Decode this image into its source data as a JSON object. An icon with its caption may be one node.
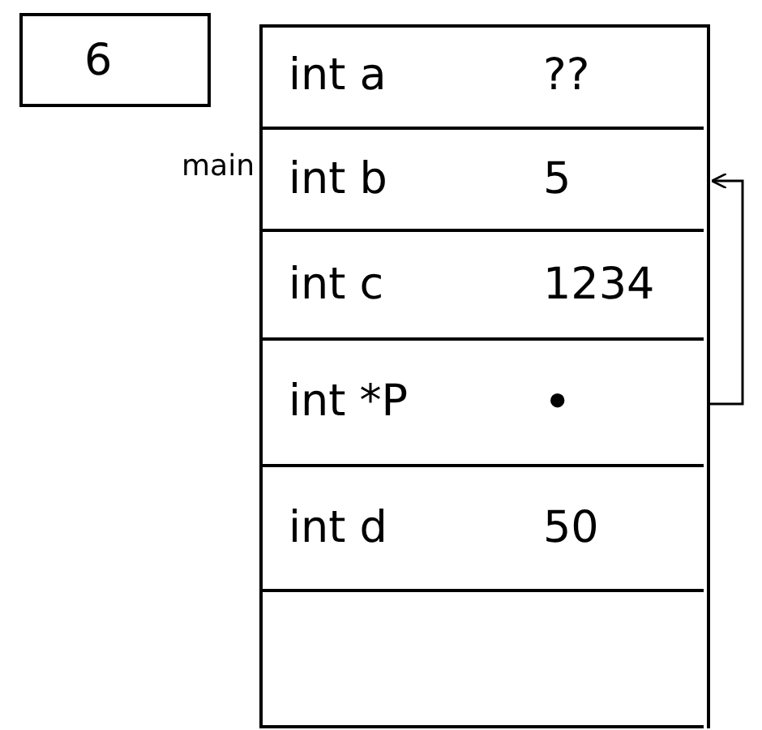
{
  "diagram": {
    "nodes": [
      {
        "text": [
          "6"
        ]
      },
      {
        "text": [],
        "shape": "box",
        "beside": [
          "main"
        ]
      },
      {
        "text": [
          "int a",
          "??"
        ],
        "in": 1
      },
      {
        "text": [
          "int b",
          "5"
        ],
        "in": 1
      },
      {
        "text": [
          "int c",
          "1234"
        ],
        "in": 1
      },
      {
        "text": [
          "int *P",
          "•"
        ],
        "in": 1
      },
      {
        "text": [
          "int d",
          "50"
        ],
        "in": 1
      },
      {
        "text": [],
        "shape": "box",
        "in": 1
      }
    ],
    "edges": [
      {
        "from": 5,
        "to": 3,
        "arrow": "to"
      }
    ]
  }
}
